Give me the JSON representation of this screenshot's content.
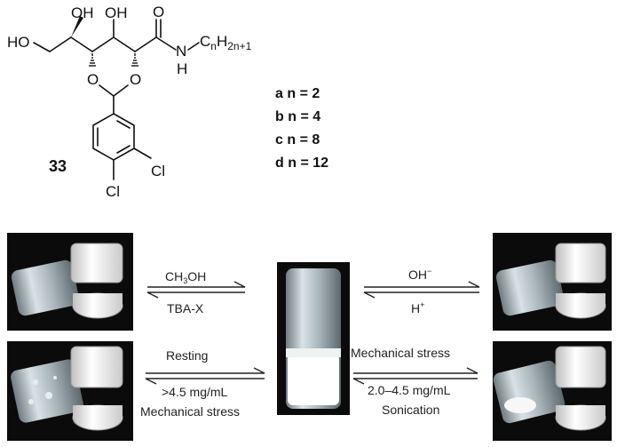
{
  "molecule": {
    "compound_number": "33",
    "labels": {
      "oh_left": "OH",
      "oh_right": "OH",
      "ho": "HO",
      "o_carbonyl": "O",
      "nh_n": "N",
      "nh_h": "H",
      "chain_c": "C",
      "chain_n": "n",
      "chain_h": "H",
      "chain_sub": "2n+1",
      "ring_o_left": "O",
      "ring_o_right": "O",
      "cl_top": "Cl",
      "cl_bottom": "Cl"
    }
  },
  "variants": [
    "a n = 2",
    "b n = 4",
    "c n = 8",
    "d n = 12"
  ],
  "reactions": {
    "top_left": {
      "above": "CH",
      "above_sub": "3",
      "above_rest": "OH",
      "below": "TBA-X"
    },
    "top_right": {
      "above": "OH",
      "above_sup": "−",
      "below": "H",
      "below_sup": "+"
    },
    "bottom_left": {
      "above": "Resting",
      "below1": ">4.5 mg/mL",
      "below2": "Mechanical stress"
    },
    "bottom_right": {
      "above": "Mechanical stress",
      "below1": "2.0–4.5 mg/mL",
      "below2": "Sonication"
    }
  },
  "colors": {
    "photo_background": "#0b0b0b",
    "vial_glass": "#c9d3d8",
    "cap": "#f4f4f4",
    "gel": "#ffffff"
  }
}
